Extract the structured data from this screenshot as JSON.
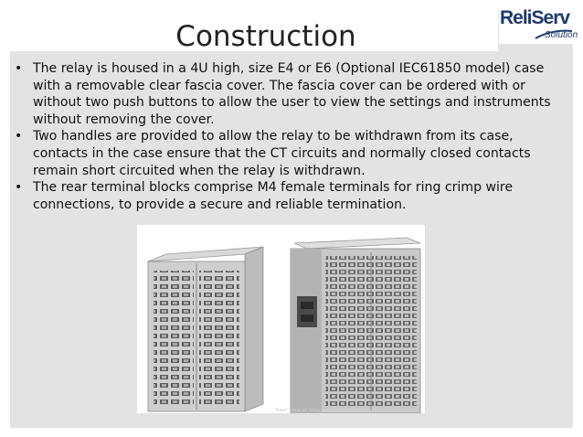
{
  "slide": {
    "title": "Construction",
    "logo": {
      "brand": "ReliServ",
      "sub": "Solution"
    },
    "bullets": [
      "The relay is housed in a 4U high, size E4 or E6 (Optional IEC61850 model) case with a removable clear fascia cover. The fascia cover can be ordered with or without two push buttons to allow the user to view the settings and instruments without removing the cover.",
      "Two handles are provided to allow the relay to be withdrawn from its case, contacts in the case ensure that the CT circuits and normally closed contacts remain short circuited when the relay is withdrawn.",
      "The rear terminal blocks comprise M4 female terminals for ring crimp wire connections, to provide a secure and reliable termination."
    ],
    "bullet_symbol": "•",
    "photo": {
      "caption": "Rear view of relay with 2x LC Fibre Optic c"
    }
  },
  "colors": {
    "panel": "#e3e3e3",
    "logo": "#1f3a6e"
  }
}
